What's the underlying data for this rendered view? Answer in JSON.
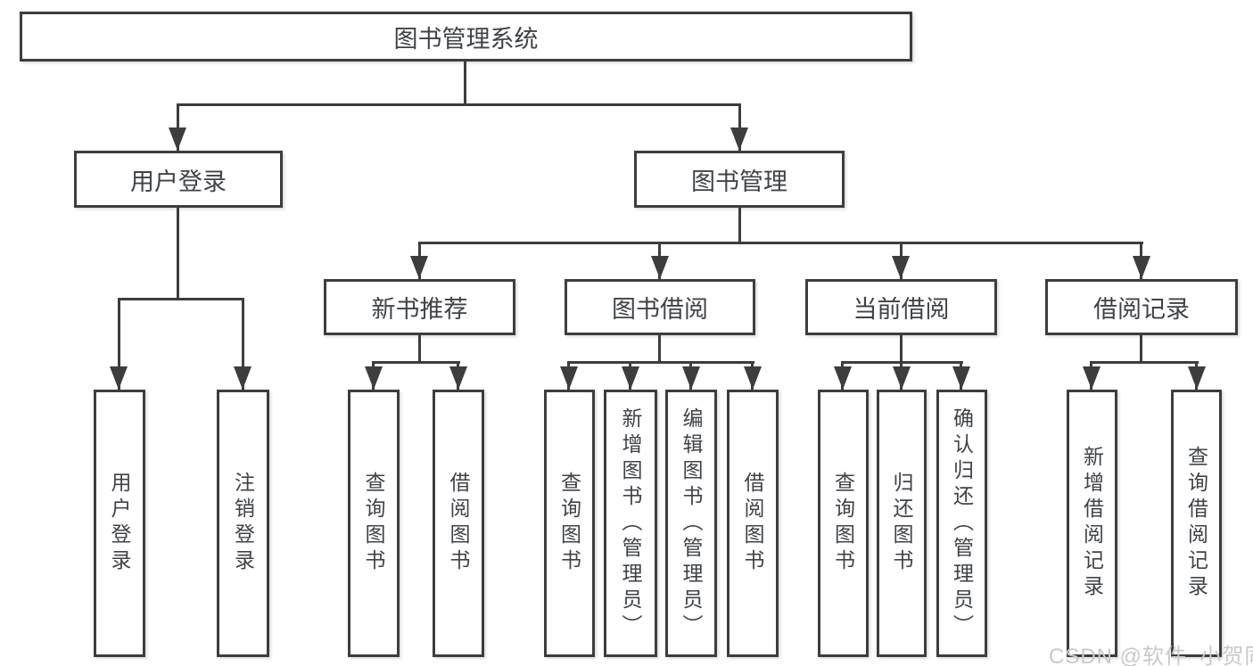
{
  "colors": {
    "line": "#3d3d3d",
    "text": "#3f4348",
    "box_background": "#ffffff",
    "watermark": "#cbc7cb"
  },
  "tree": {
    "label": "图书管理系统",
    "children": [
      {
        "label": "用户登录",
        "children": [
          {
            "label": "用户登录"
          },
          {
            "label": "注销登录"
          }
        ]
      },
      {
        "label": "图书管理",
        "children": [
          {
            "label": "新书推荐",
            "children": [
              {
                "label": "查询图书"
              },
              {
                "label": "借阅图书"
              }
            ]
          },
          {
            "label": "图书借阅",
            "children": [
              {
                "label": "查询图书"
              },
              {
                "label": "新增图书（管理员）"
              },
              {
                "label": "编辑图书（管理员）"
              },
              {
                "label": "借阅图书"
              }
            ]
          },
          {
            "label": "当前借阅",
            "children": [
              {
                "label": "查询图书"
              },
              {
                "label": "归还图书"
              },
              {
                "label": "确认归还（管理员）"
              }
            ]
          },
          {
            "label": "借阅记录",
            "children": [
              {
                "label": "新增借阅记录"
              },
              {
                "label": "查询借阅记录"
              }
            ]
          }
        ]
      }
    ]
  },
  "watermark": {
    "text": "CSDN @软件_小贺同学"
  }
}
